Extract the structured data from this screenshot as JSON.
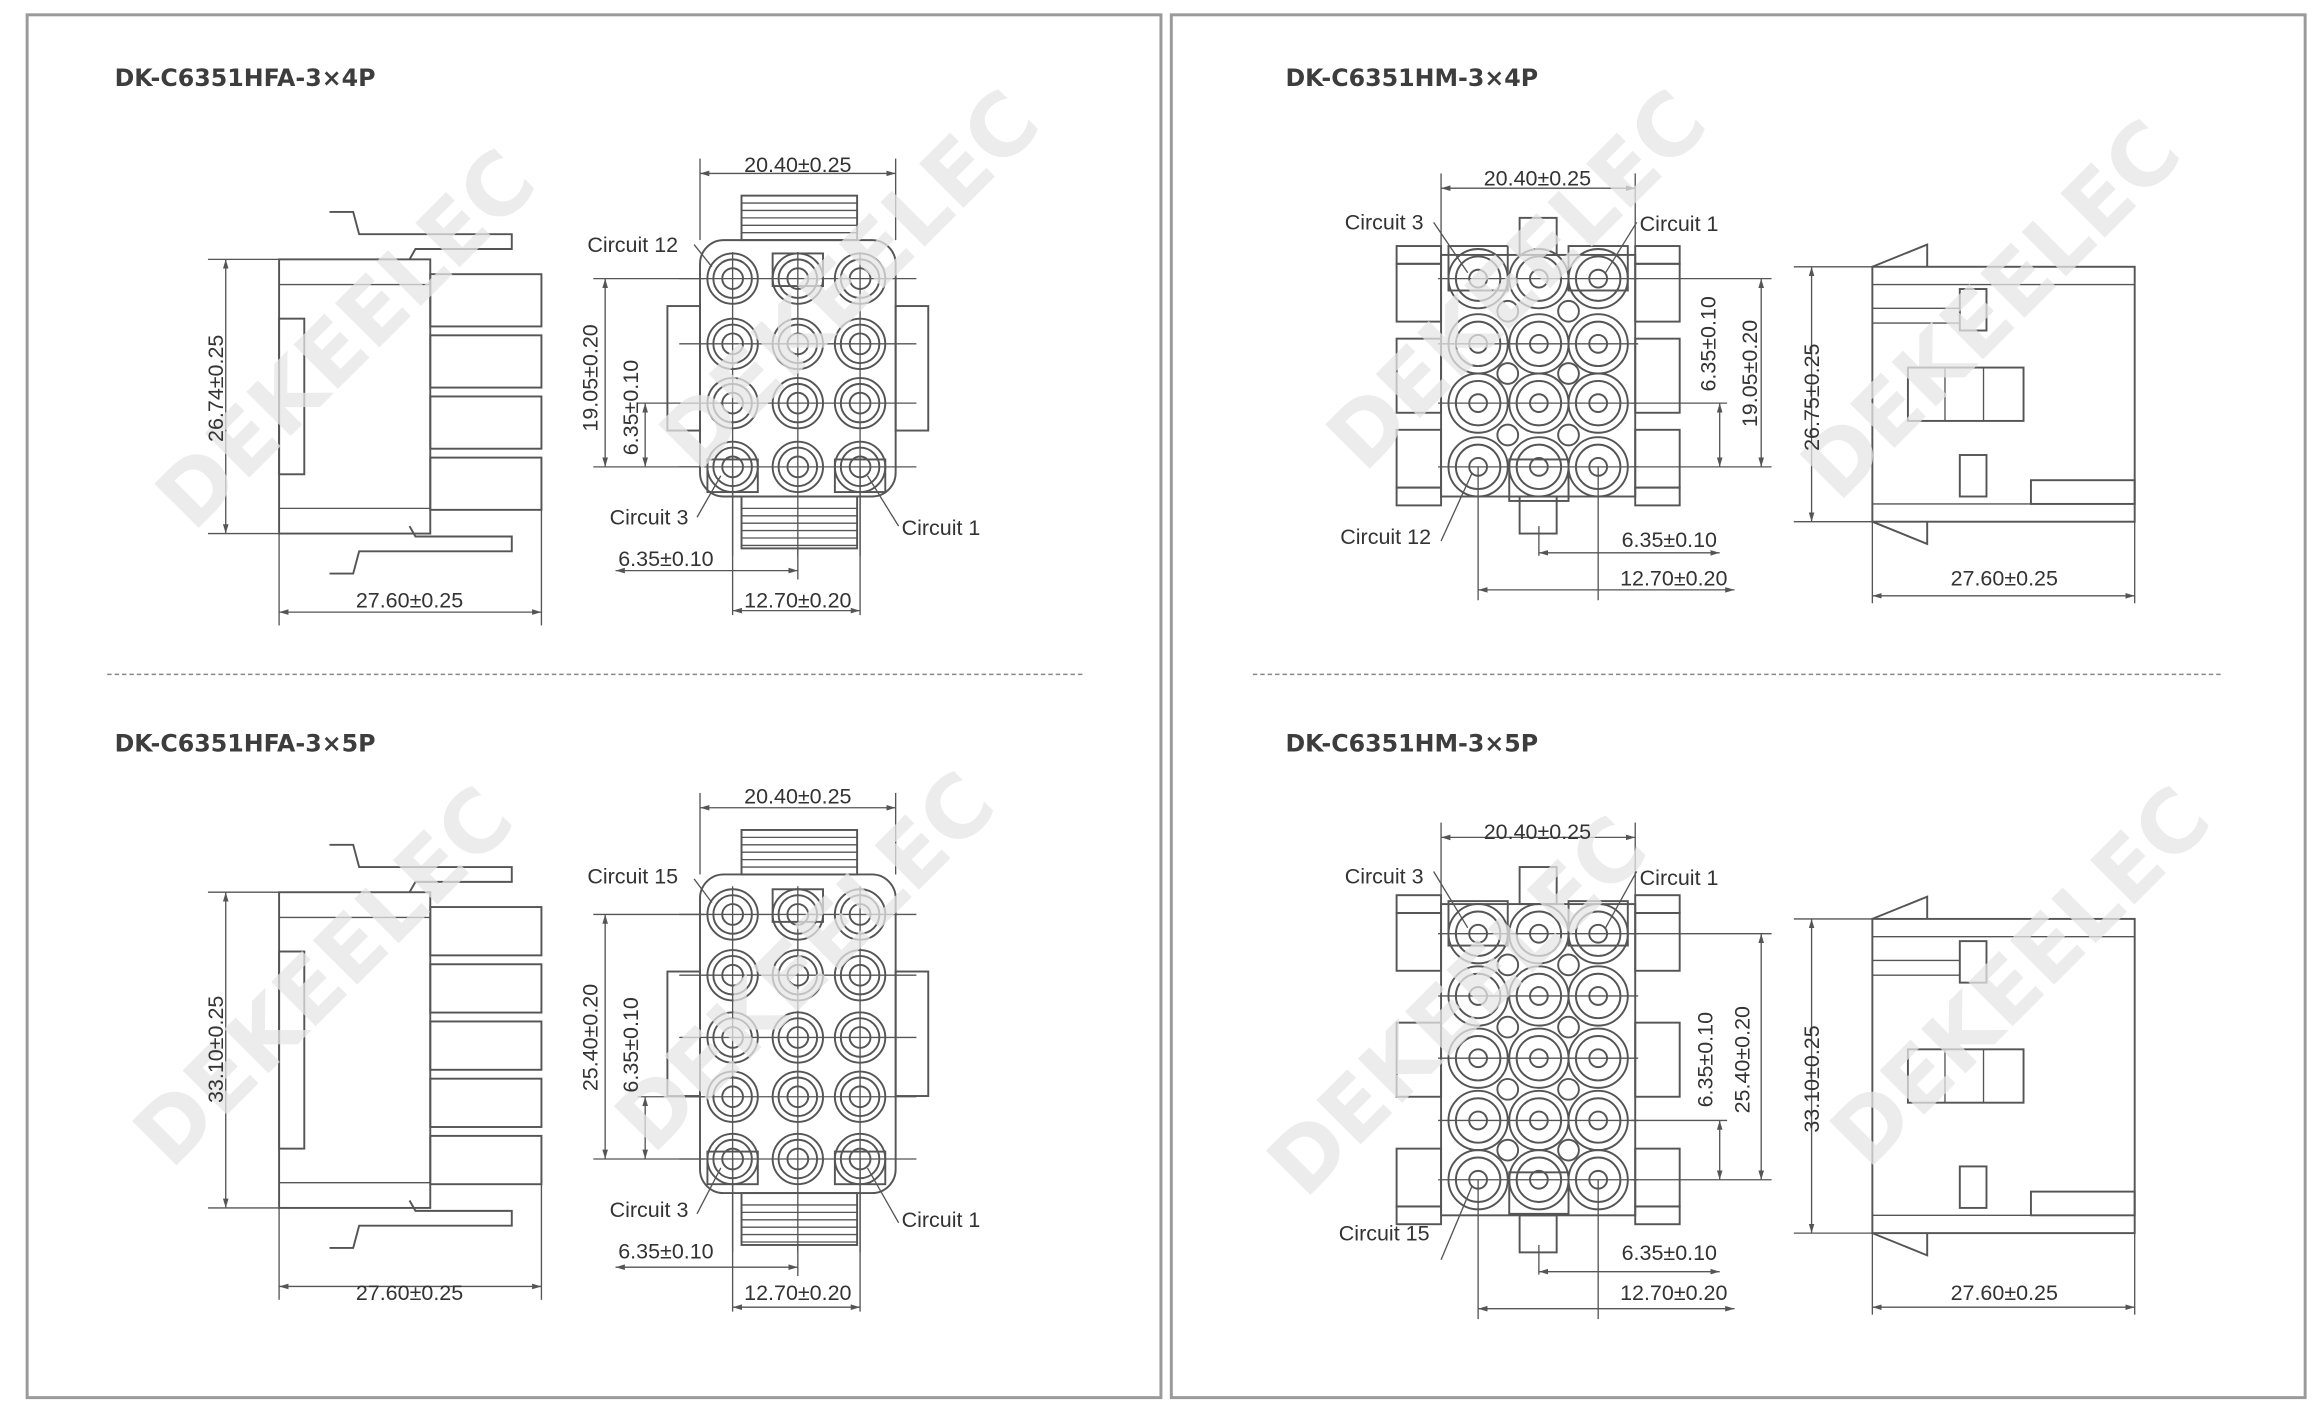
{
  "watermark": "DEKEELEC",
  "colors": {
    "line": "#555555",
    "panel_border": "#9a9a9a",
    "text": "#333333"
  },
  "panels": {
    "top_left": {
      "title": "DK-C6351HFA-3×4P",
      "dims": {
        "height": "26.74±0.25",
        "length": "27.60±0.25",
        "width": "20.40±0.25",
        "span": "19.05±0.20",
        "pitch_v": "6.35±0.10",
        "pitch_h": "6.35±0.10",
        "span_h": "12.70±0.20"
      },
      "circuits": {
        "first": "Circuit 1",
        "third": "Circuit 3",
        "last": "Circuit 12"
      }
    },
    "bottom_left": {
      "title": "DK-C6351HFA-3×5P",
      "dims": {
        "height": "33.10±0.25",
        "length": "27.60±0.25",
        "width": "20.40±0.25",
        "span": "25.40±0.20",
        "pitch_v": "6.35±0.10",
        "pitch_h": "6.35±0.10",
        "span_h": "12.70±0.20"
      },
      "circuits": {
        "first": "Circuit 1",
        "third": "Circuit 3",
        "last": "Circuit 15"
      }
    },
    "top_right": {
      "title": "DK-C6351HM-3×4P",
      "dims": {
        "height": "26.75±0.25",
        "length": "27.60±0.25",
        "width": "20.40±0.25",
        "span": "19.05±0.20",
        "pitch_v": "6.35±0.10",
        "pitch_h": "6.35±0.10",
        "span_h": "12.70±0.20"
      },
      "circuits": {
        "first": "Circuit 1",
        "third": "Circuit 3",
        "last": "Circuit 12"
      }
    },
    "bottom_right": {
      "title": "DK-C6351HM-3×5P",
      "dims": {
        "height": "33.10±0.25",
        "length": "27.60±0.25",
        "width": "20.40±0.25",
        "span": "25.40±0.20",
        "pitch_v": "6.35±0.10",
        "pitch_h": "6.35±0.10",
        "span_h": "12.70±0.20"
      },
      "circuits": {
        "first": "Circuit 1",
        "third": "Circuit 3",
        "last": "Circuit 15"
      }
    }
  }
}
